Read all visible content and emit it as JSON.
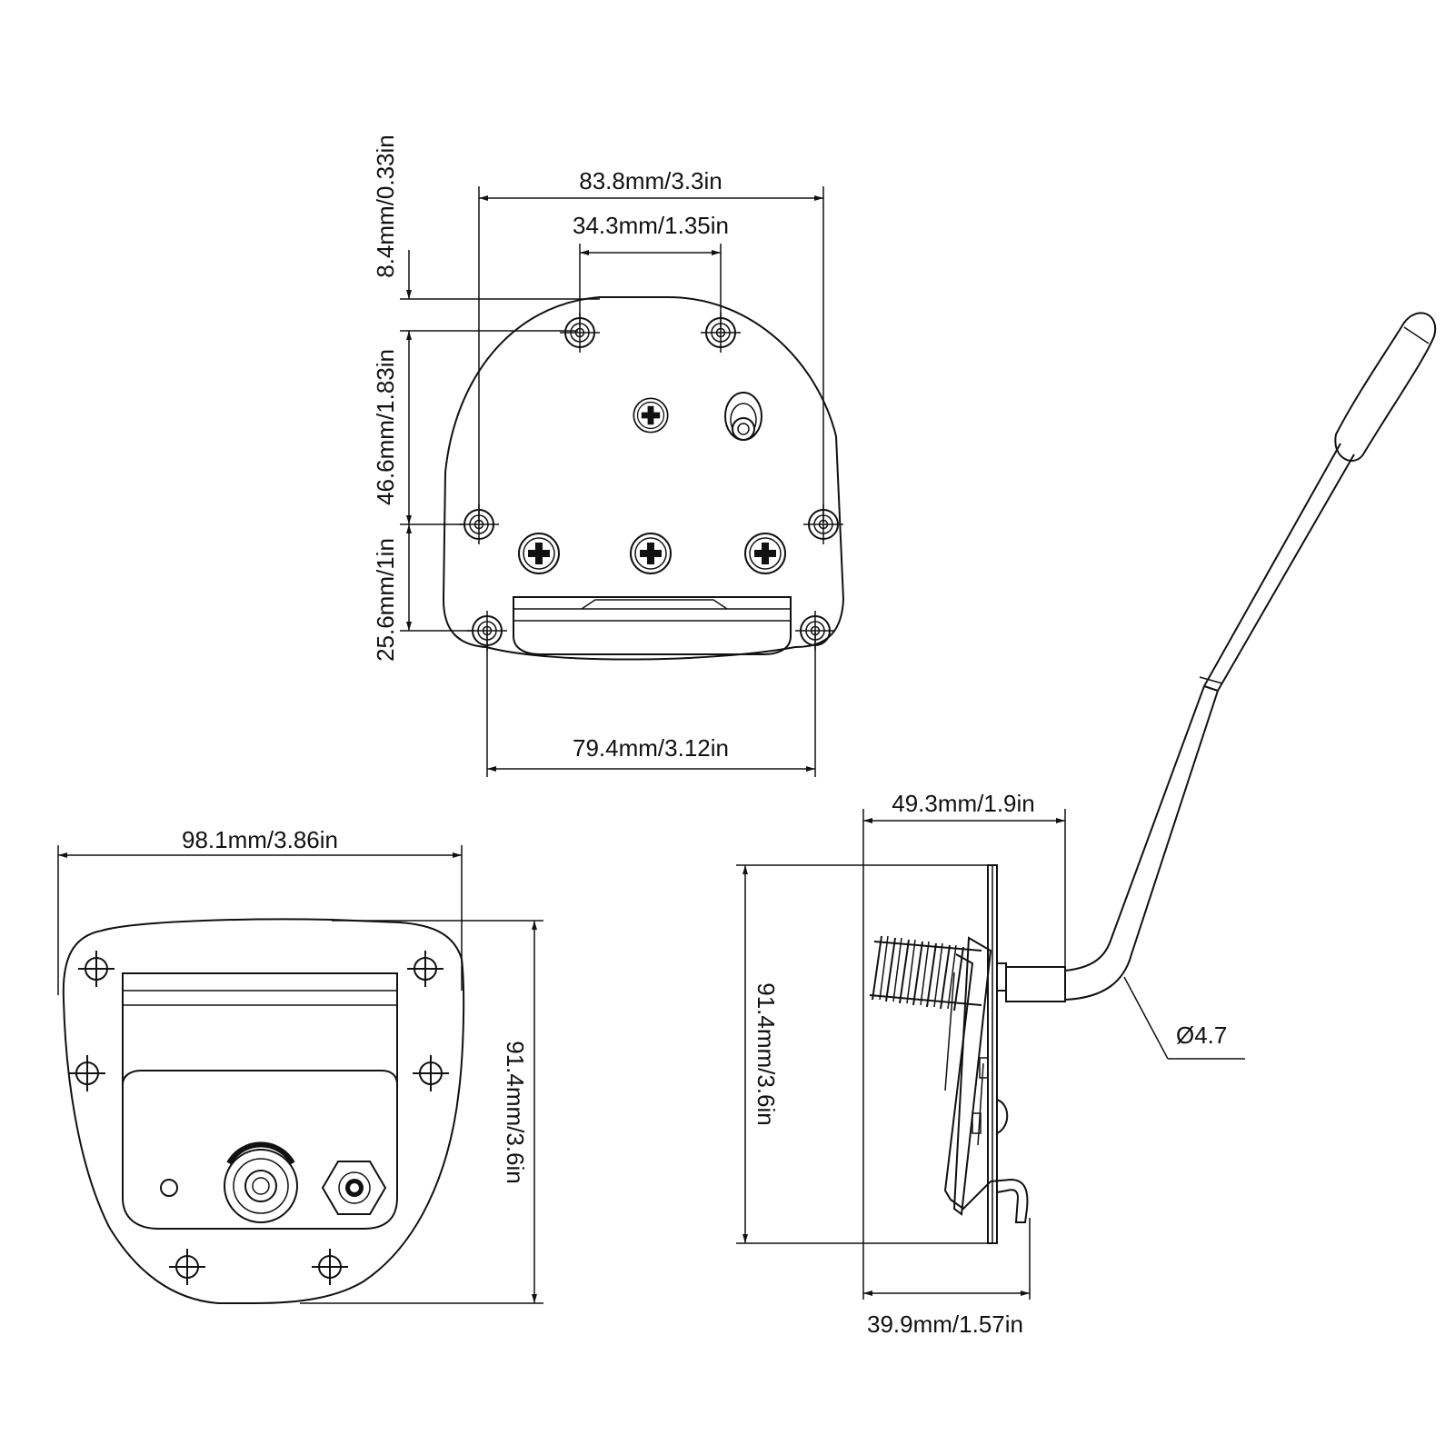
{
  "top_view": {
    "width_overall": "83.8mm/3.3in",
    "hole_spacing_top": "34.3mm/1.35in",
    "width_bottom_holes": "79.4mm/3.12in",
    "offset_top": "8.4mm/0.33in",
    "height_mid": "46.6mm/1.83in",
    "height_lower": "25.6mm/1in"
  },
  "bottom_view": {
    "width": "98.1mm/3.86in",
    "height": "91.4mm/3.6in"
  },
  "side_view": {
    "depth_top": "49.3mm/1.9in",
    "height": "91.4mm/3.6in",
    "depth_bottom": "39.9mm/1.57in",
    "arm_diameter": "Ø4.7"
  },
  "colors": {
    "line": "#111111",
    "background": "#ffffff"
  }
}
